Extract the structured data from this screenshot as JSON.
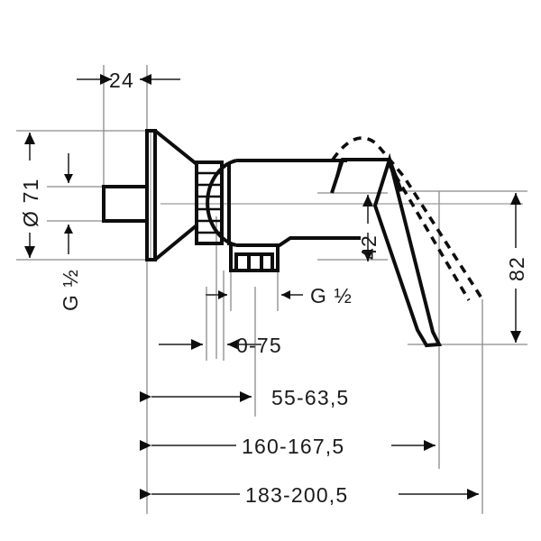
{
  "drawing": {
    "title": "Shower mixer technical dimension drawing",
    "units": "mm",
    "colors": {
      "outline": "#0d0d0d",
      "dimension_line": "#555555",
      "center_line": "#888888",
      "text": "#1a1a1a",
      "background": "#ffffff"
    }
  },
  "dimensions": {
    "flange_depth": "24",
    "flange_diameter": "Ø 71",
    "inlet_thread": "G ½",
    "outlet_thread": "G ½",
    "lever_height": "42",
    "lever_reach_vertical": "82",
    "wall_offset": "0-75",
    "depth_short": "55-63,5",
    "depth_medium": "160-167,5",
    "depth_total": "183-200,5"
  },
  "labels": [
    {
      "id": "flange-depth",
      "text": "24"
    },
    {
      "id": "flange-diameter",
      "text": "Ø 71"
    },
    {
      "id": "inlet-thread",
      "text": "G ½"
    },
    {
      "id": "outlet-thread",
      "text": "G ½"
    },
    {
      "id": "lever-height",
      "text": "42"
    },
    {
      "id": "lever-vertical",
      "text": "82"
    },
    {
      "id": "wall-offset",
      "text": "0-75"
    },
    {
      "id": "depth-short",
      "text": "55-63,5"
    },
    {
      "id": "depth-medium",
      "text": "160-167,5"
    },
    {
      "id": "depth-total",
      "text": "183-200,5"
    }
  ]
}
